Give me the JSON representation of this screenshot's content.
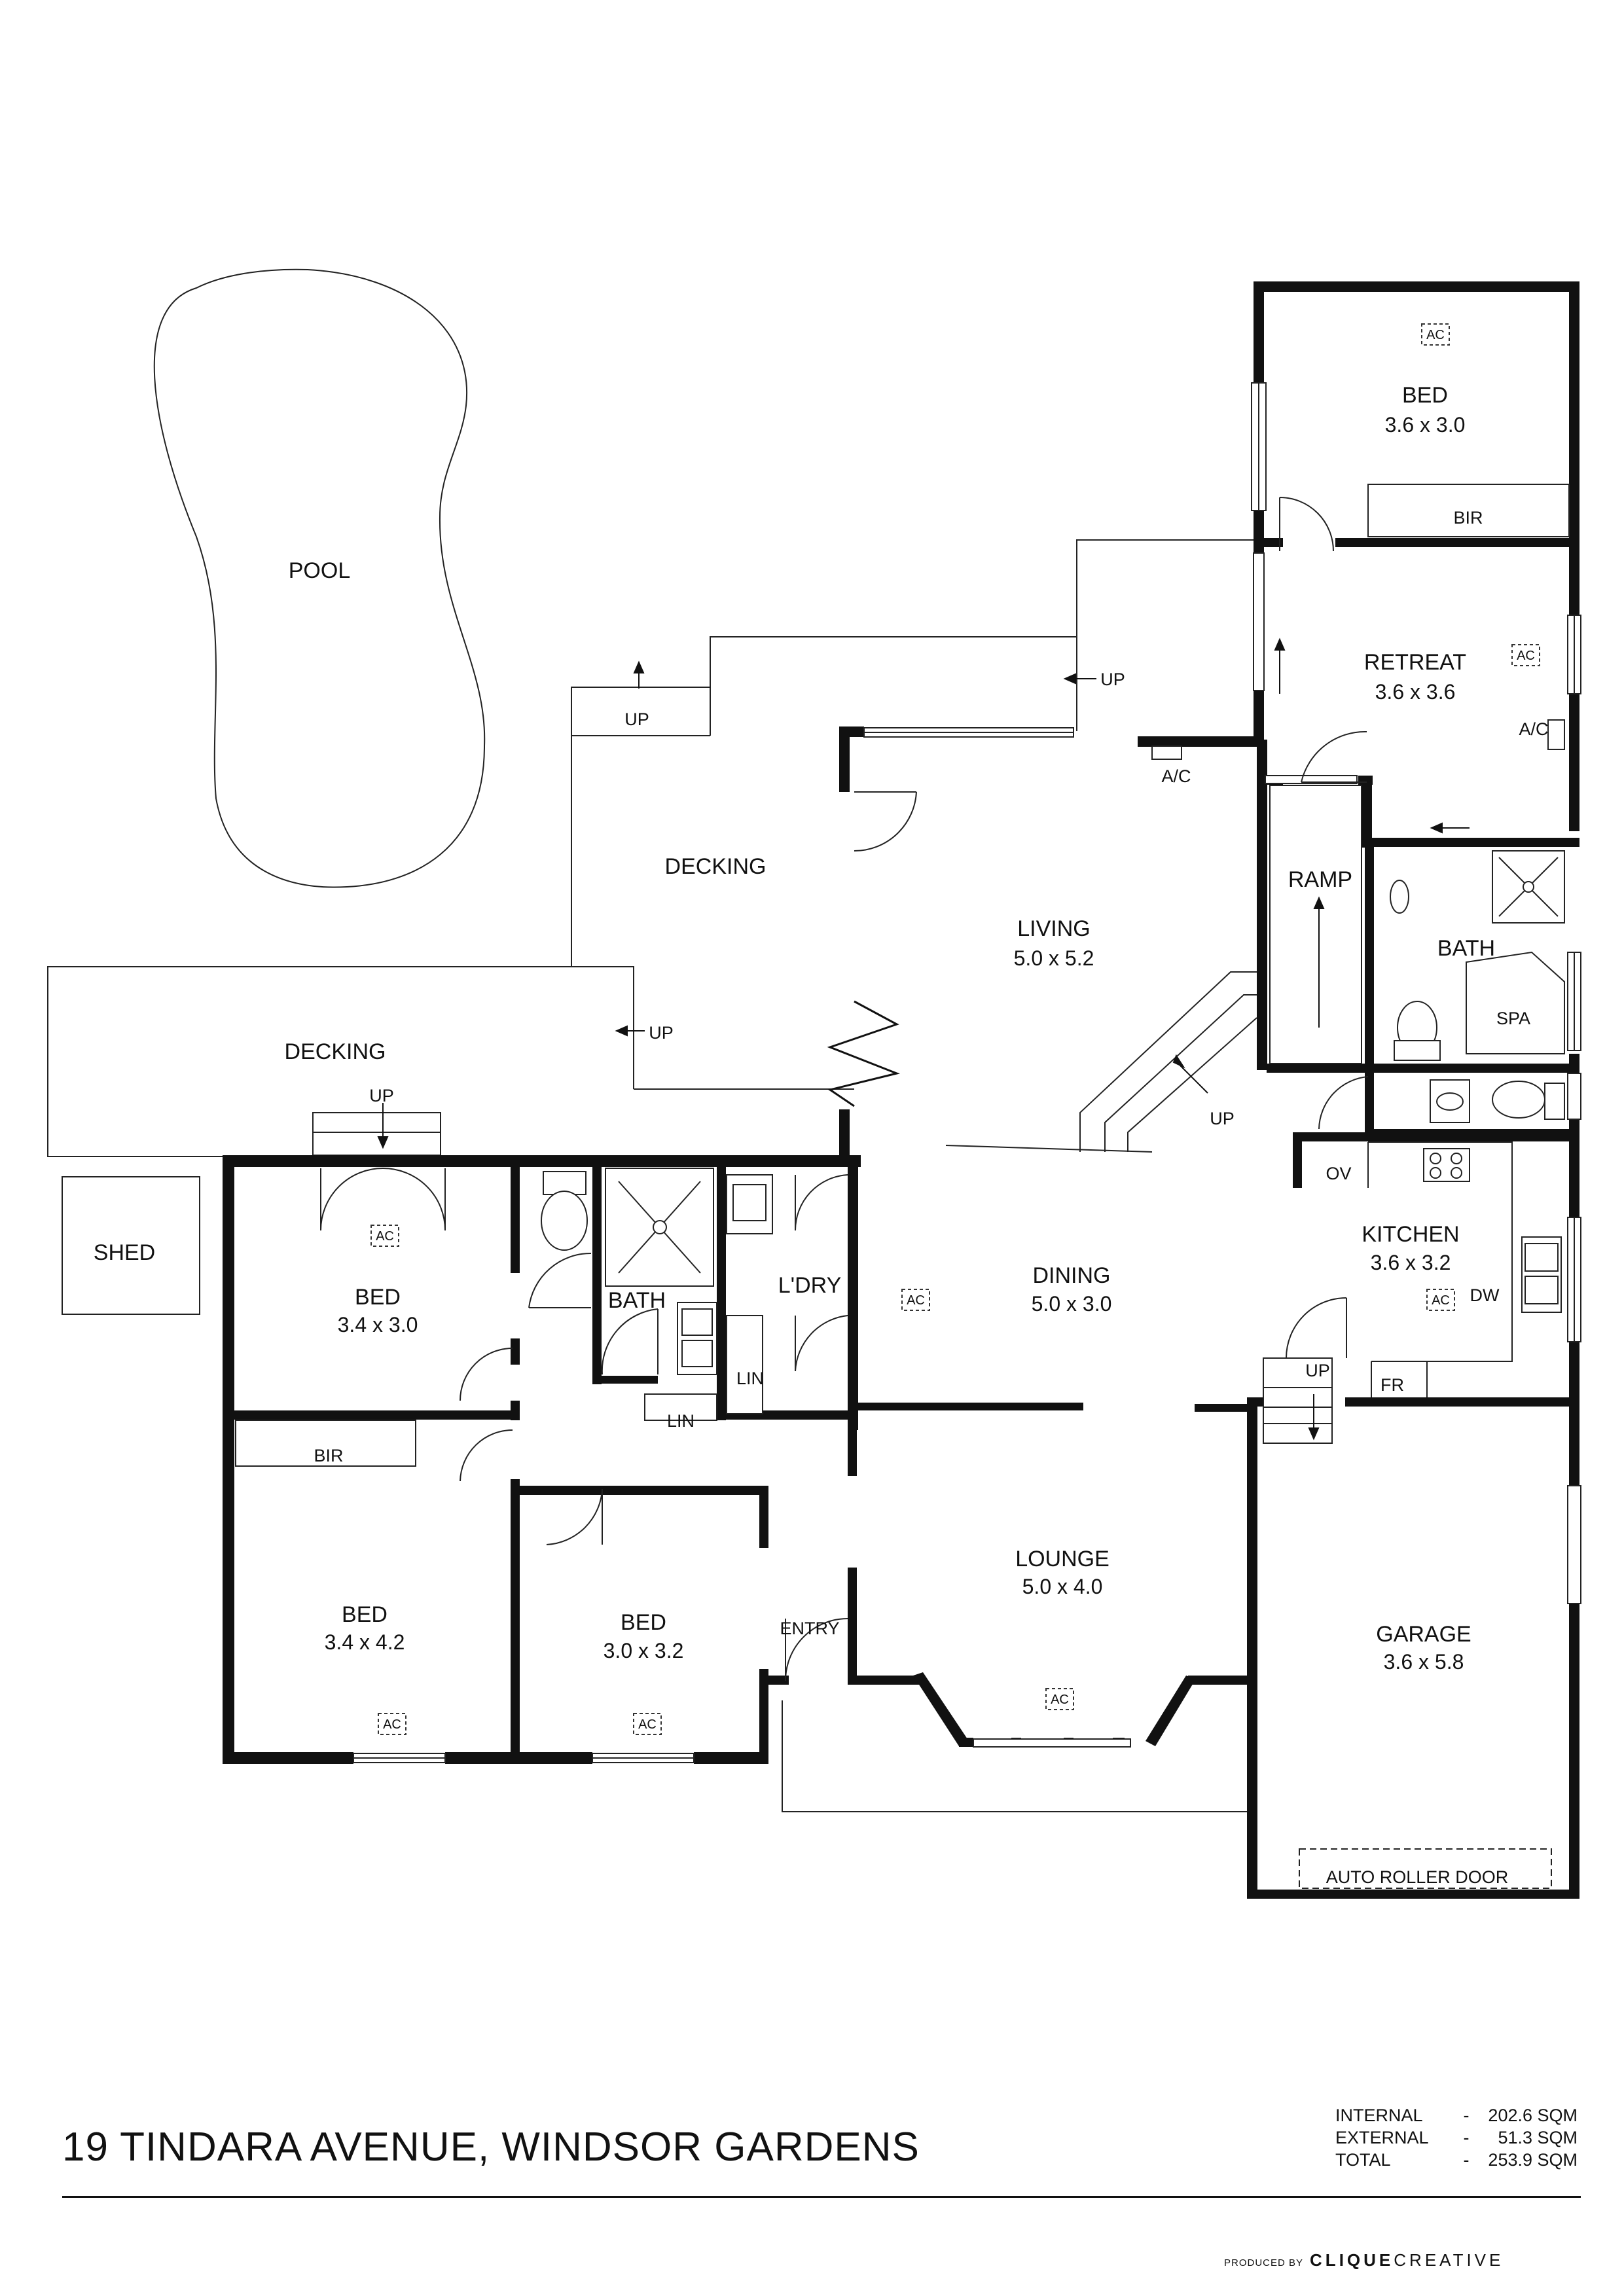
{
  "rooms": {
    "pool": {
      "name": "POOL"
    },
    "decking_upper": {
      "name": "DECKING"
    },
    "decking_lower": {
      "name": "DECKING"
    },
    "shed": {
      "name": "SHED"
    },
    "bed_top": {
      "name": "BED",
      "dim": "3.6 x 3.0"
    },
    "bir_top": {
      "name": "BIR"
    },
    "retreat": {
      "name": "RETREAT",
      "dim": "3.6 x 3.6"
    },
    "living": {
      "name": "LIVING",
      "dim": "5.0 x 5.2"
    },
    "ramp": {
      "name": "RAMP"
    },
    "bath_right": {
      "name": "BATH"
    },
    "spa": {
      "name": "SPA"
    },
    "bed_1": {
      "name": "BED",
      "dim": "3.4 x 3.0"
    },
    "bath_mid": {
      "name": "BATH"
    },
    "laundry": {
      "name": "L'DRY"
    },
    "lin_1": {
      "name": "LIN"
    },
    "lin_2": {
      "name": "LIN"
    },
    "dining": {
      "name": "DINING",
      "dim": "5.0 x 3.0"
    },
    "kitchen": {
      "name": "KITCHEN",
      "dim": "3.6 x 3.2"
    },
    "ov": {
      "name": "OV"
    },
    "dw": {
      "name": "DW"
    },
    "fr": {
      "name": "FR"
    },
    "bir_left": {
      "name": "BIR"
    },
    "bed_2": {
      "name": "BED",
      "dim": "3.4 x 4.2"
    },
    "bed_3": {
      "name": "BED",
      "dim": "3.0 x 3.2"
    },
    "entry": {
      "name": "ENTRY"
    },
    "lounge": {
      "name": "LOUNGE",
      "dim": "5.0 x 4.0"
    },
    "garage": {
      "name": "GARAGE",
      "dim": "3.6 x 5.8"
    },
    "roller_door": {
      "name": "AUTO ROLLER DOOR"
    }
  },
  "annotations": {
    "up": "UP",
    "ac_unit": "A/C",
    "ac_tag": "AC"
  },
  "footer": {
    "address": "19 TINDARA AVENUE, WINDSOR GARDENS",
    "areas": [
      {
        "label": "INTERNAL",
        "sep": "-",
        "value": "202.6 SQM"
      },
      {
        "label": "EXTERNAL",
        "sep": "-",
        "value": "51.3 SQM"
      },
      {
        "label": "TOTAL",
        "sep": "-",
        "value": "253.9 SQM"
      }
    ],
    "produced_by": "PRODUCED BY",
    "brand_a": "CLIQUE",
    "brand_b": "CREATIVE"
  }
}
